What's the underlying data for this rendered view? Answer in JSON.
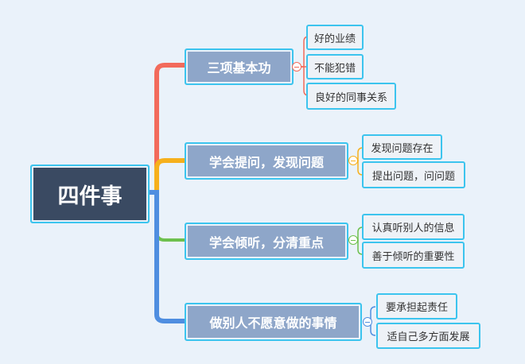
{
  "root": {
    "label": "四件事"
  },
  "branches": [
    {
      "label": "三项基本功",
      "color": "#f26b5b",
      "children": [
        "好的业绩",
        "不能犯错",
        "良好的同事关系"
      ]
    },
    {
      "label": "学会提问，发现问题",
      "color": "#f6b01c",
      "children": [
        "发现问题存在",
        "提出问题，问问题"
      ]
    },
    {
      "label": "学会倾听，分清重点",
      "color": "#6dc04d",
      "children": [
        "认真听别人的信息",
        "善于倾听的重要性"
      ]
    },
    {
      "label": "做别人不愿意做的事情",
      "color": "#4f8ee0",
      "children": [
        "要承担起责任",
        "适自己多方面发展"
      ]
    }
  ]
}
